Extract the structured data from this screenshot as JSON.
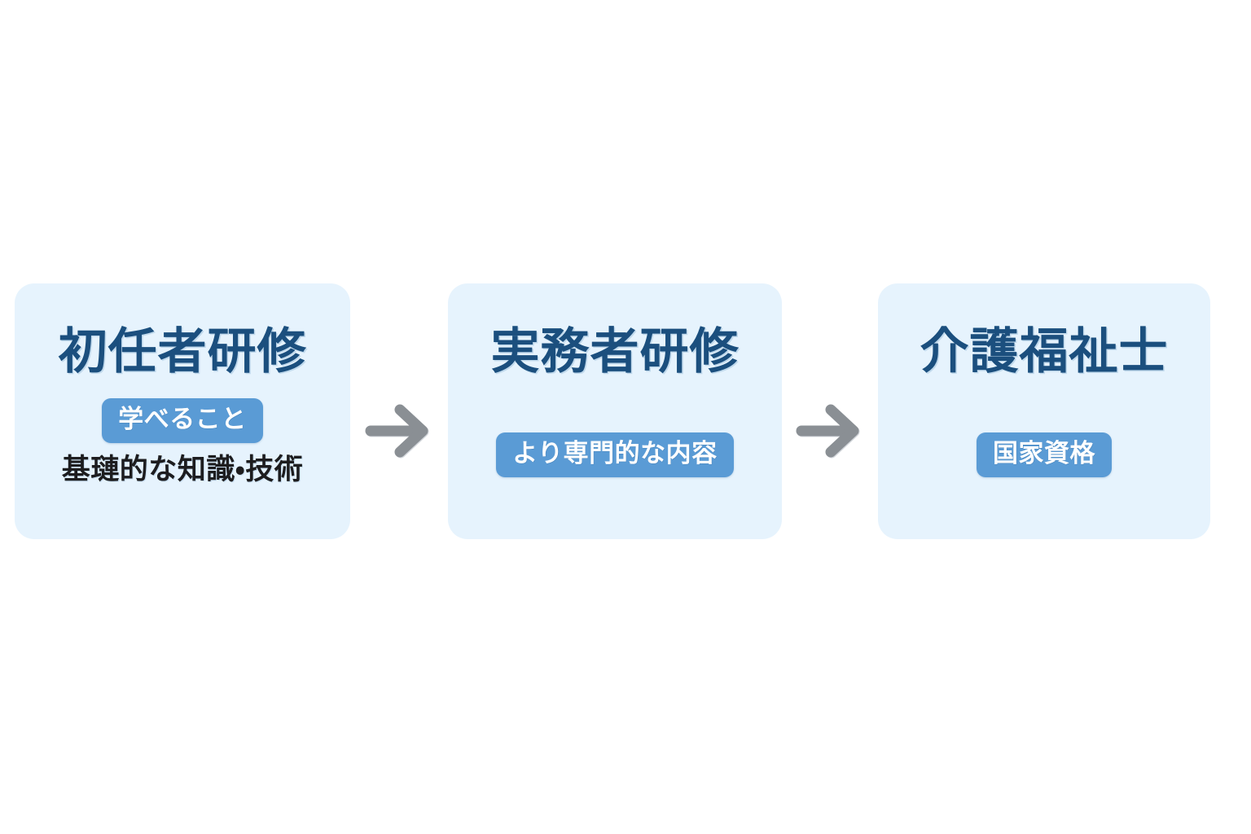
{
  "diagram": {
    "type": "process-flow",
    "orientation": "horizontal",
    "background_color": "#ffffff",
    "card_fill": "#e6f3fd",
    "title_color": "#1b4f7e",
    "badge_color": "#5a9bd5",
    "badge_text_color": "#ffffff",
    "subtitle_color": "#1d1d1f",
    "arrow_color": "#8a8f94",
    "steps": [
      {
        "index": 1,
        "title": "初任者研修",
        "badge": "学べること",
        "subtitle": "基璉的な知識・技術"
      },
      {
        "index": 2,
        "title": "実務者研修",
        "badge": "より専門的な内容",
        "subtitle": ""
      },
      {
        "index": 3,
        "title": "介護福祉士",
        "badge": "国家資格",
        "subtitle": ""
      }
    ],
    "connectors": [
      {
        "from": 1,
        "to": 2,
        "icon": "arrow-right-icon"
      },
      {
        "from": 2,
        "to": 3,
        "icon": "arrow-right-icon"
      }
    ]
  }
}
